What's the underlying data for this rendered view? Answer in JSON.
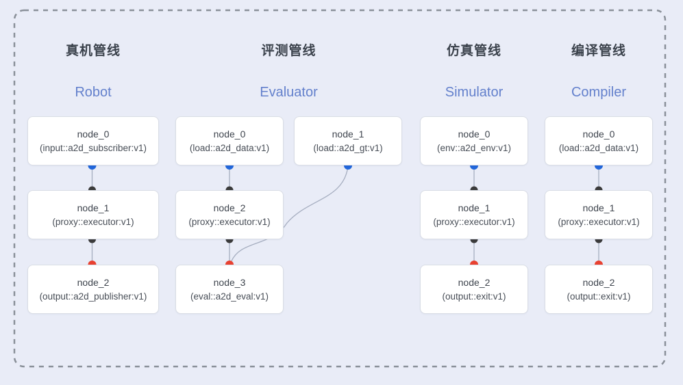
{
  "colors": {
    "background": "#e9ecf7",
    "border_dash": "#8a9099",
    "edge": "#a6aec0",
    "blue_dot": "#2267db",
    "dark_dot": "#3b3b3b",
    "red_dot": "#e84130",
    "title_zh": "#3b424c",
    "title_en": "#6380cc"
  },
  "pipelines": [
    {
      "title_zh": "真机管线",
      "title_en": "Robot",
      "nodes": [
        {
          "name": "node_0",
          "type": "(input::a2d_subscriber:v1)"
        },
        {
          "name": "node_1",
          "type": "(proxy::executor:v1)"
        },
        {
          "name": "node_2",
          "type": "(output::a2d_publisher:v1)"
        }
      ]
    },
    {
      "title_zh": "评测管线",
      "title_en": "Evaluator",
      "nodes": [
        {
          "name": "node_0",
          "type": "(load::a2d_data:v1)"
        },
        {
          "name": "node_1",
          "type": "(load::a2d_gt:v1)"
        },
        {
          "name": "node_2",
          "type": "(proxy::executor:v1)"
        },
        {
          "name": "node_3",
          "type": "(eval::a2d_eval:v1)"
        }
      ]
    },
    {
      "title_zh": "仿真管线",
      "title_en": "Simulator",
      "nodes": [
        {
          "name": "node_0",
          "type": "(env::a2d_env:v1)"
        },
        {
          "name": "node_1",
          "type": "(proxy::executor:v1)"
        },
        {
          "name": "node_2",
          "type": "(output::exit:v1)"
        }
      ]
    },
    {
      "title_zh": "编译管线",
      "title_en": "Compiler",
      "nodes": [
        {
          "name": "node_0",
          "type": "(load::a2d_data:v1)"
        },
        {
          "name": "node_1",
          "type": "(proxy::executor:v1)"
        },
        {
          "name": "node_2",
          "type": "(output::exit:v1)"
        }
      ]
    }
  ]
}
